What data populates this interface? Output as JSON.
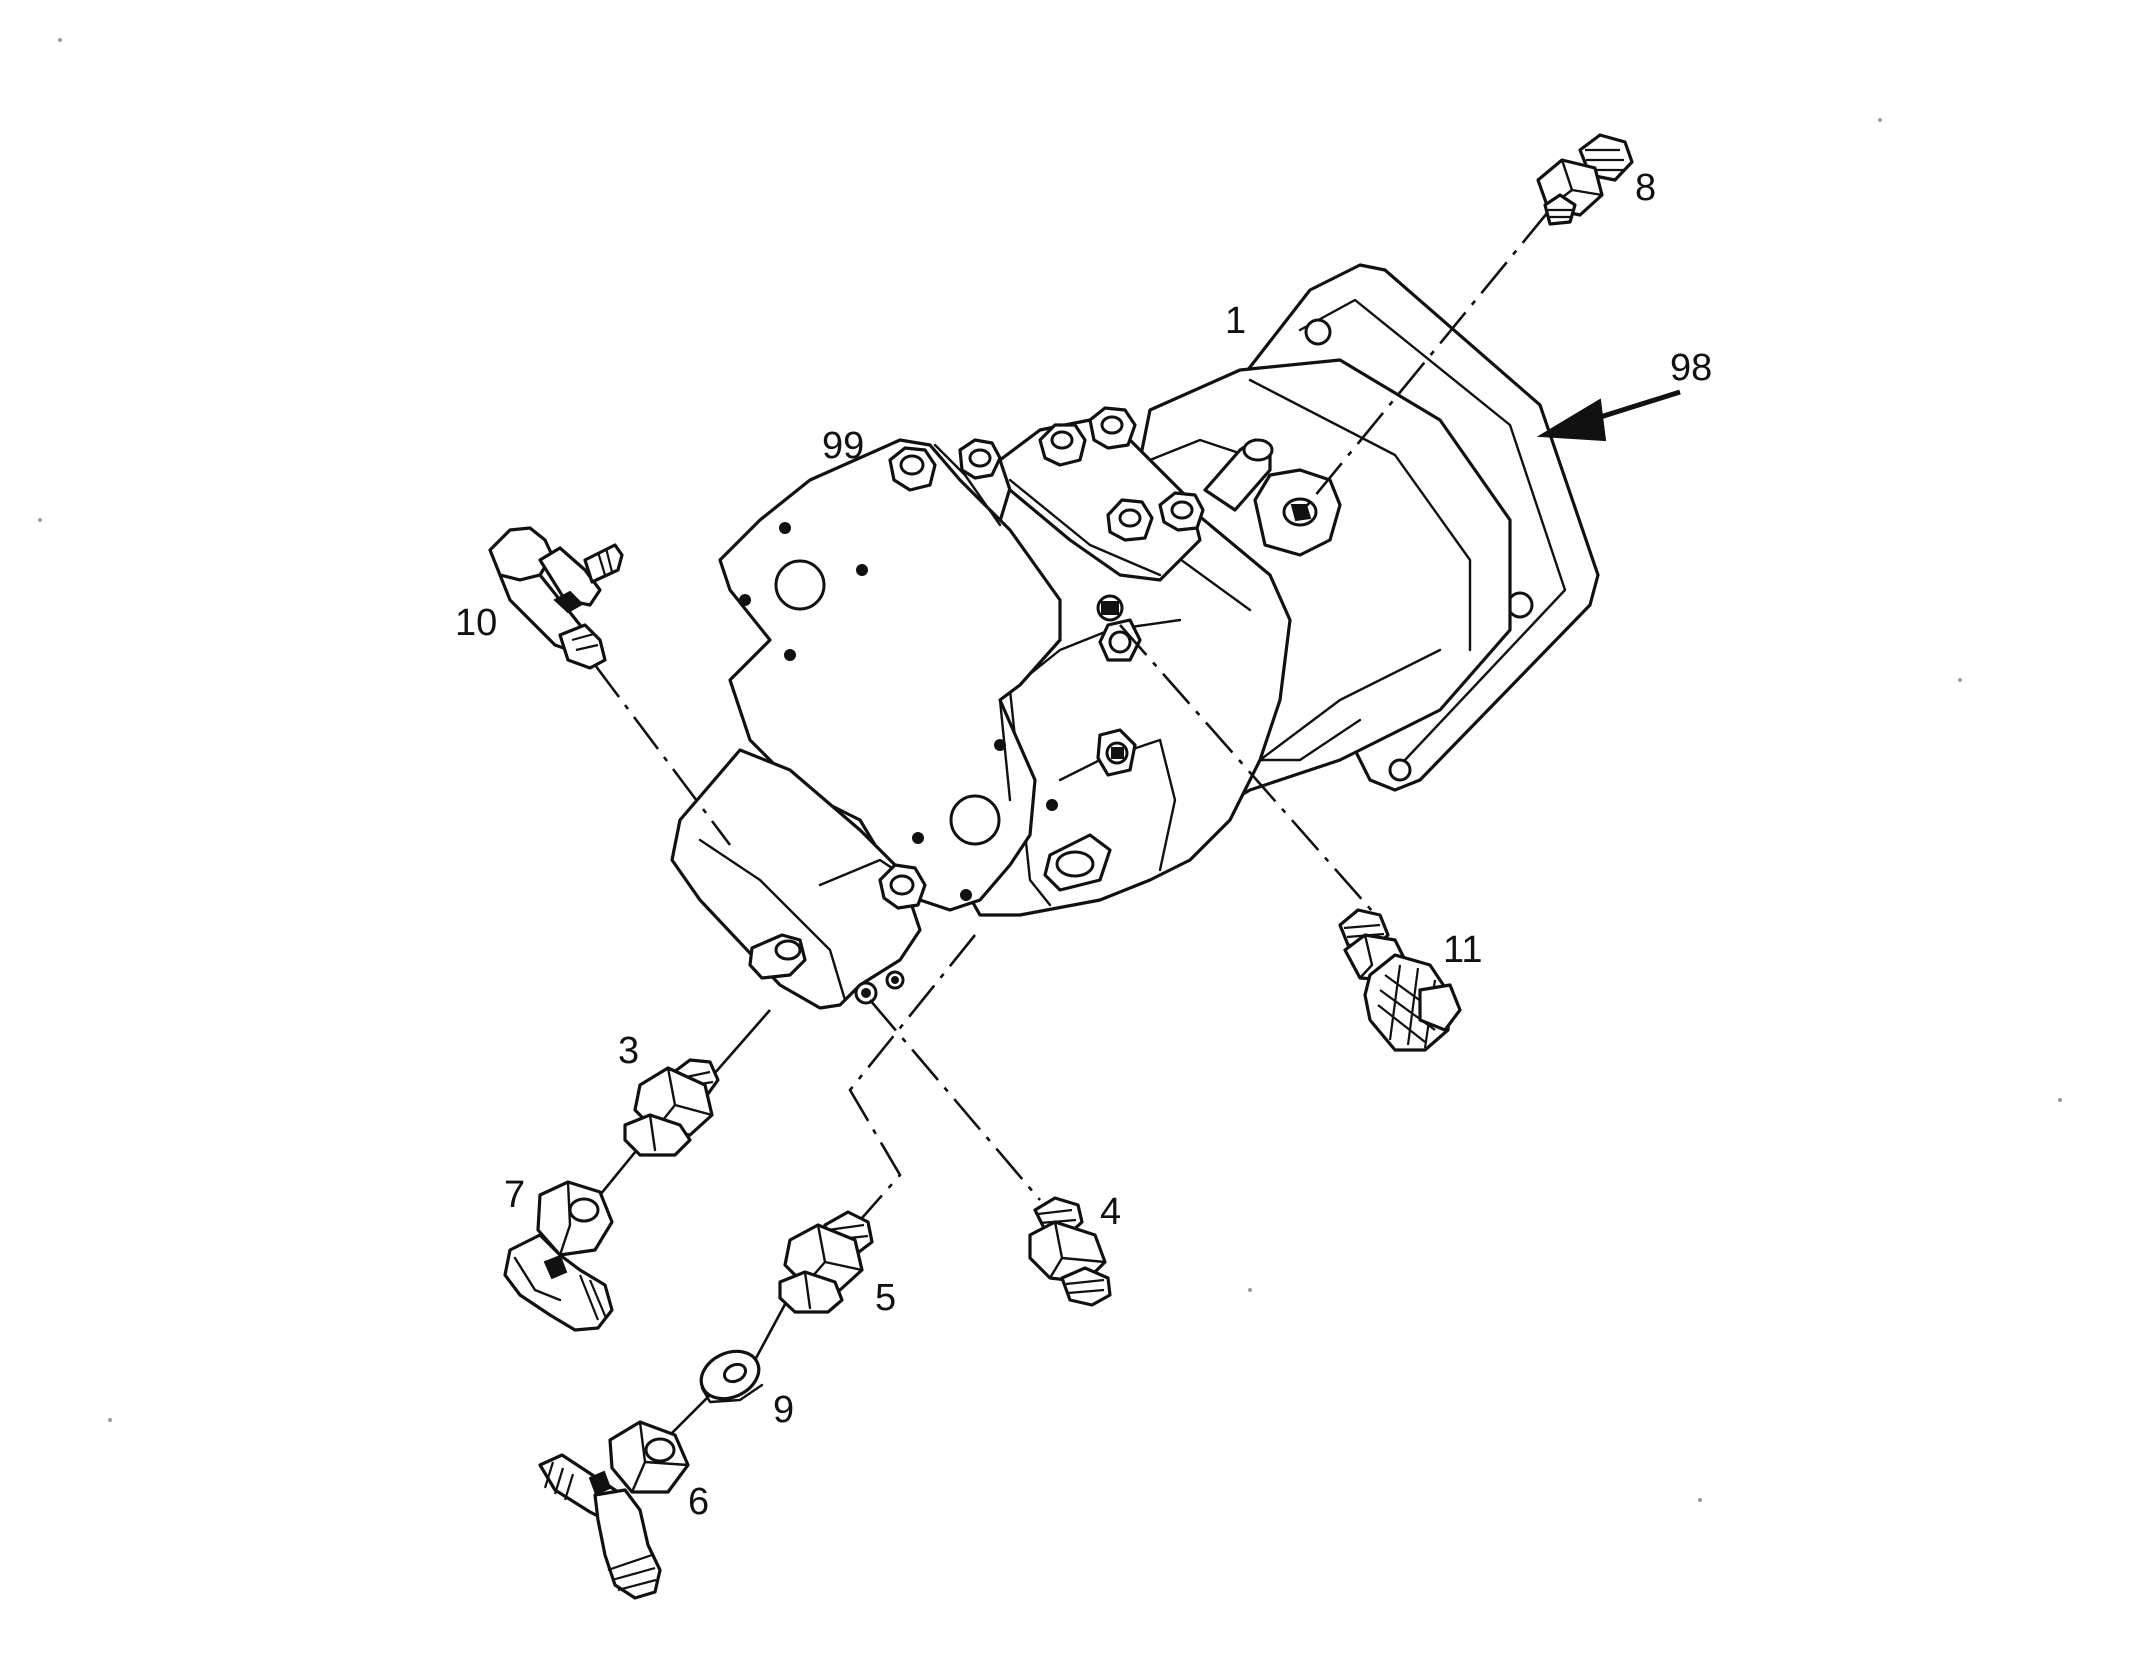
{
  "callouts": {
    "c1": "1",
    "c3": "3",
    "c4": "4",
    "c5": "5",
    "c6": "6",
    "c7": "7",
    "c8": "8",
    "c9": "9",
    "c10": "10",
    "c11": "11",
    "c98": "98",
    "c99": "99"
  }
}
